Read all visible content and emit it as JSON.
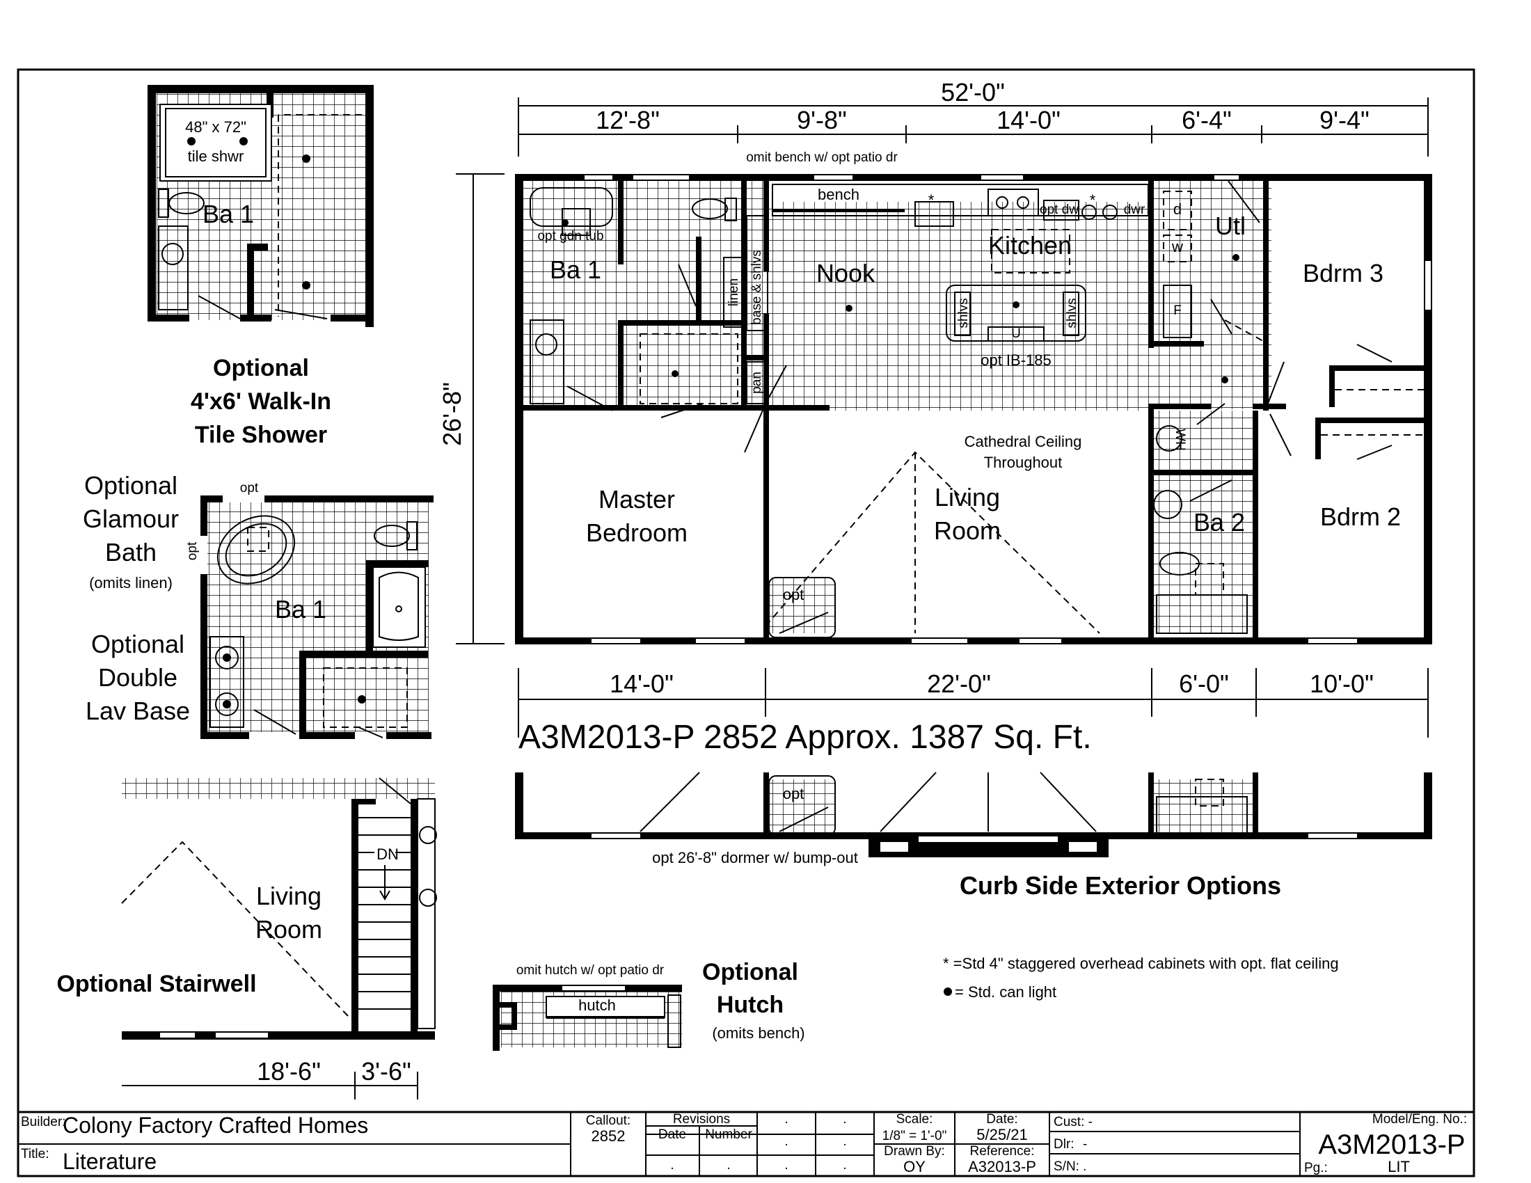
{
  "plan": {
    "dims_top": {
      "overall": "52'-0\"",
      "segments": [
        "12'-8\"",
        "9'-8\"",
        "14'-0\"",
        "6'-4\"",
        "9'-4\""
      ]
    },
    "dim_side": "26'-8\"",
    "dims_bottom": [
      "14'-0\"",
      "22'-0\"",
      "6'-0\"",
      "10'-0\""
    ],
    "note_bench": "omit bench w/ opt patio dr",
    "rooms": {
      "ba1": "Ba 1",
      "nook": "Nook",
      "kitchen": "Kitchen",
      "utl": "Utl",
      "bdrm3": "Bdrm 3",
      "master_line1": "Master",
      "master_line2": "Bedroom",
      "living_line1": "Living",
      "living_line2": "Room",
      "ba2": "Ba 2",
      "bdrm2": "Bdrm 2"
    },
    "labels": {
      "bench": "bench",
      "opt_gdn_tub": "opt gdn tub",
      "linen": "linen",
      "base_shlvs": "base & shlvs",
      "pan": "pan",
      "shlvs": "shlvs",
      "opt_dw": "opt dw",
      "dwr": "dwr",
      "d": "d",
      "w": "w",
      "f": "F",
      "wh": "WH",
      "u": "U",
      "opt_ib": "opt IB-185",
      "cathedral1": "Cathedral Ceiling",
      "cathedral2": "Throughout",
      "opt": "opt",
      "star": "*"
    }
  },
  "plan_title": "A3M2013-P 2852 Approx. 1387 Sq. Ft.",
  "curb": {
    "dormer": "opt 26'-8\" dormer w/ bump-out",
    "opt": "opt",
    "title": "Curb Side Exterior Options"
  },
  "shower_option": {
    "size": "48\" x 72\"",
    "sub": "tile shwr",
    "room": "Ba 1",
    "title": [
      "Optional",
      "4'x6' Walk-In",
      "Tile Shower"
    ]
  },
  "glamour_option": {
    "opt_top": "opt",
    "opt_side": "opt",
    "room": "Ba 1",
    "title": [
      "Optional",
      "Glamour",
      "Bath"
    ],
    "note": "(omits linen)",
    "title2": [
      "Optional",
      "Double",
      "Lav Base"
    ]
  },
  "stair_option": {
    "dn": "DN",
    "room": [
      "Living",
      "Room"
    ],
    "title": "Optional Stairwell",
    "dims": [
      "18'-6\"",
      "3'-6\""
    ]
  },
  "hutch_option": {
    "note": "omit hutch w/ opt patio dr",
    "label": "hutch",
    "title": [
      "Optional",
      "Hutch"
    ],
    "sub": "(omits bench)"
  },
  "legend": {
    "cabinets": "* =Std 4\" staggered overhead cabinets with opt. flat ceiling",
    "light": "= Std. can light"
  },
  "title_block": {
    "builder_label": "Builder:",
    "builder": "Colony Factory Crafted Homes",
    "title_label": "Title:",
    "title": "Literature",
    "callout_label": "Callout:",
    "callout": "2852",
    "revisions_label": "Revisions",
    "date_col": "Date",
    "number_col": "Number",
    "dot": ".",
    "scale_label": "Scale:",
    "scale": "1/8\" = 1'-0\"",
    "date_label": "Date:",
    "date": "5/25/21",
    "drawn_label": "Drawn By:",
    "drawn": "OY",
    "reference_label": "Reference:",
    "reference": "A32013-P",
    "cust": "Cust: -",
    "dlr": "Dlr:",
    "dlr_value": "-",
    "sn": "S/N:",
    "sn_value": ".",
    "model_label": "Model/Eng. No.:",
    "model": "A3M2013-P",
    "pg_label": "Pg.:",
    "pg": "LIT"
  }
}
